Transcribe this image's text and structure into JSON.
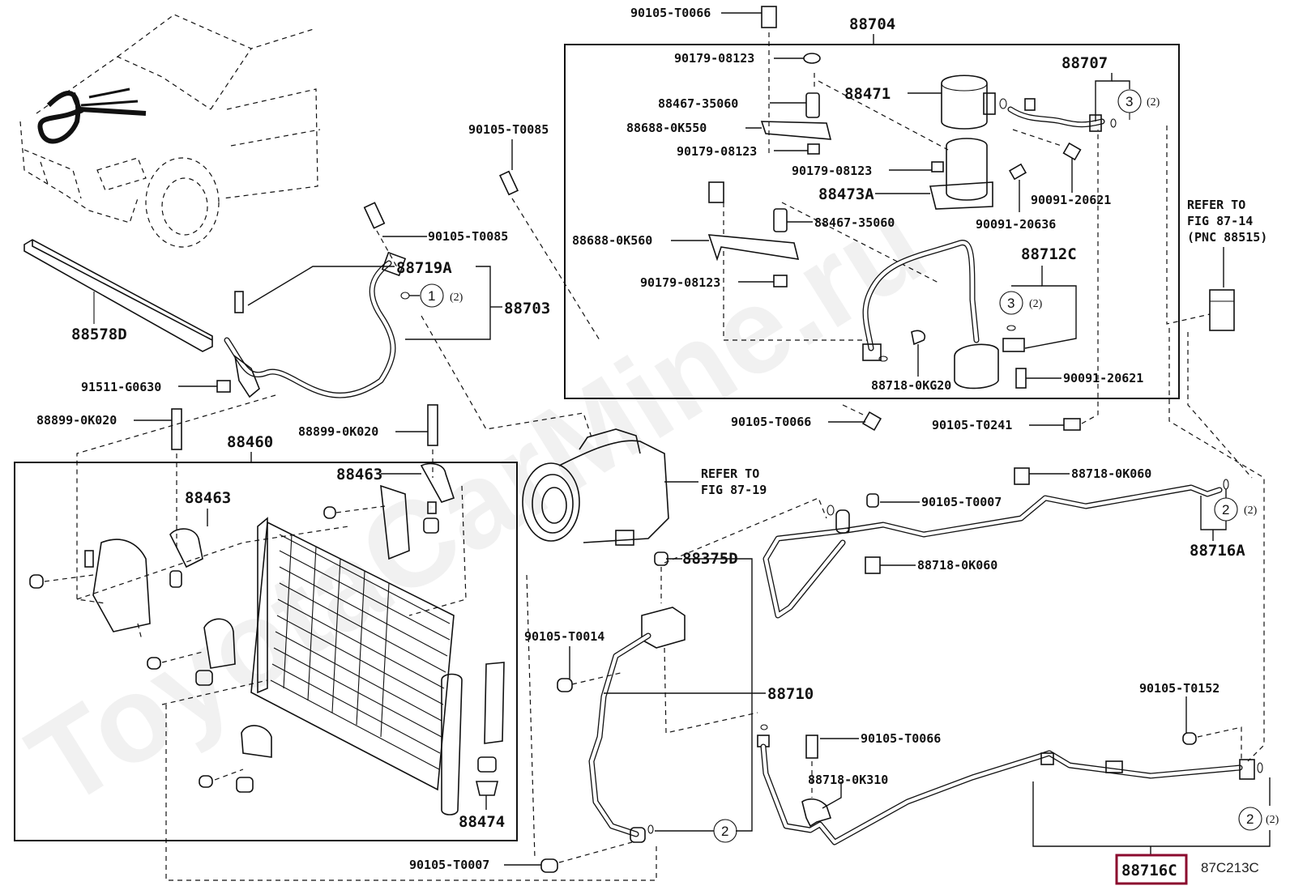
{
  "diagram": {
    "figure_code": "87C213C",
    "watermark": "ToyotaCarMine.ru",
    "highlight_color": "#8b0a2e",
    "highlighted_part": "88716C",
    "groups": {
      "88704": "88704",
      "88703": "88703",
      "88460": "88460",
      "88707": "88707",
      "88712C": "88712C",
      "88716A": "88716A",
      "88716C": "88716C",
      "88710": "88710"
    },
    "labels": {
      "p_90105_T0066_top": "90105-T0066",
      "p_90179_08123_a": "90179-08123",
      "p_88471": "88471",
      "p_88467_35060_a": "88467-35060",
      "p_88688_0K550": "88688-0K550",
      "p_90179_08123_b": "90179-08123",
      "p_90179_08123_c": "90179-08123",
      "p_88473A": "88473A",
      "p_90091_20636": "90091-20636",
      "p_90091_20621_a": "90091-20621",
      "p_88467_35060_b": "88467-35060",
      "p_88688_0K560": "88688-0K560",
      "p_90179_08123_d": "90179-08123",
      "p_88718_0KG20": "88718-0KG20",
      "p_90091_20621_b": "90091-20621",
      "p_90105_T0085_a": "90105-T0085",
      "p_90105_T0085_b": "90105-T0085",
      "p_88719A": "88719A",
      "p_88578D": "88578D",
      "p_91511_G0630": "91511-G0630",
      "p_88899_0K020_a": "88899-0K020",
      "p_88899_0K020_b": "88899-0K020",
      "p_88463_a": "88463",
      "p_88463_b": "88463",
      "p_88474": "88474",
      "p_90105_T0066_mid": "90105-T0066",
      "p_90105_T0241": "90105-T0241",
      "p_88718_0K060_a": "88718-0K060",
      "p_90105_T0007_a": "90105-T0007",
      "p_88718_0K060_b": "88718-0K060",
      "p_88375D": "88375D",
      "p_90105_T0014": "90105-T0014",
      "p_90105_T0007_b": "90105-T0007",
      "p_90105_T0066_low": "90105-T0066",
      "p_88718_0K310": "88718-0K310",
      "p_90105_T0152": "90105-T0152"
    },
    "refer_notes": {
      "fig_87_14_line1": "REFER TO",
      "fig_87_14_line2": "FIG 87-14",
      "fig_87_14_line3": "(PNC 88515)",
      "fig_87_19_line1": "REFER TO",
      "fig_87_19_line2": "FIG 87-19"
    },
    "callouts": [
      {
        "id": "c88703",
        "num": "1",
        "qty": "(2)"
      },
      {
        "id": "c88707",
        "num": "3",
        "qty": "(2)"
      },
      {
        "id": "c88712C",
        "num": "3",
        "qty": "(2)"
      },
      {
        "id": "c88716A",
        "num": "2",
        "qty": "(2)"
      },
      {
        "id": "c88710",
        "num": "2",
        "qty": ""
      },
      {
        "id": "c88716C",
        "num": "2",
        "qty": "(2)"
      }
    ]
  }
}
